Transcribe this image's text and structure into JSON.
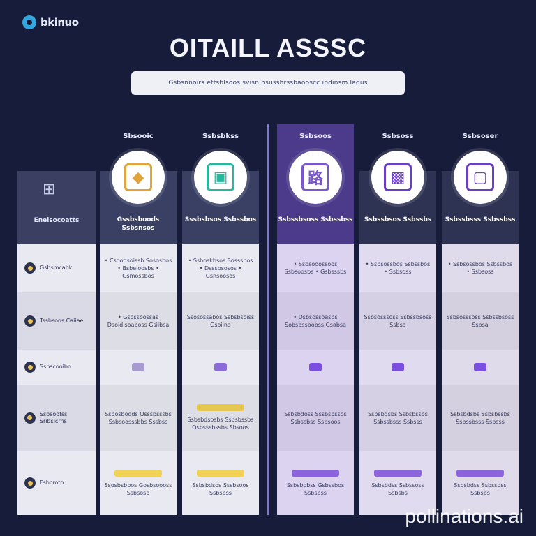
{
  "header": {
    "logo_text": "bkinuo",
    "title": "OITAILL ASSSC",
    "subtitle": "Gsbsnnoirs ettsblsoos svisn nsusshrssbaooscc ibdinsm ladus"
  },
  "feature_column": {
    "head_label": "Eneisocoatts",
    "rows": [
      {
        "label": "Gsbsmcahk"
      },
      {
        "label": "Tssbsoos Caiiae"
      },
      {
        "label": "Ssbscooibo"
      },
      {
        "label": "Ssbsoofss Sribsicrns"
      },
      {
        "label": "Fsbcroto"
      }
    ]
  },
  "plans": [
    {
      "name": "Sbsooic",
      "caption": "Gssbsboods Ssbsnsos",
      "badge_glyph": "◆",
      "badge_color": "#e0a43a",
      "row1": "• Csoodsoissb Sososbos • Bsbeioosbs • Gsmossbos",
      "row2": "• Gsossoossas Dsoidisoaboss Gsiibsa",
      "row4": "Ssbosboods Osssbsssbs Ssbsoosssbbs Sssbss",
      "row5": "Ssosbsbbos Gosbsoooss Ssbsoso",
      "pill_color": "#f2d255",
      "pill_rows": [
        5
      ],
      "chip_color": "#a79ad0",
      "top_bg": "#3a4064",
      "cell_bg": "#e8e9f1"
    },
    {
      "name": "Ssbsbkss",
      "caption": "Sssbsbsos Ssbssbos",
      "badge_glyph": "▣",
      "badge_color": "#27b79e",
      "row1": "• Ssboskbsos Sosssbos • Dsssbsosos • Gsnsoosos",
      "row2": "Ssosossabos Ssbsbsoiss Gsoiina",
      "row4": "Ssbsbdsosbs Ssbsbssbs Osbsssbssbs Sbsoos",
      "row5": "Ssbsbdsos Sssbsoos Ssbsbss",
      "pill_color": "#f2d255",
      "pill_rows": [
        4,
        5
      ],
      "chip_color": "#8b6bd8",
      "top_bg": "#3a4064",
      "cell_bg": "#e8e9f1"
    },
    {
      "name": "Ssbsoos",
      "caption": "Ssbssbsoss Ssbssbss",
      "badge_glyph": "路",
      "badge_color": "#7a57d1",
      "row1": "• Ssbsooossoos Ssbsoosbs • Gsbsssbs",
      "row2": "• Dsbsossoasbs Sobsbssbobss Gsobsa",
      "row4": "Ssbsbdoss Sssbsbssos Ssbssbss Ssbsoos",
      "row5": "Ssbsbobss Gsbssbos Ssbsbss",
      "pill_color": "#8a63dd",
      "pill_rows": [
        5
      ],
      "chip_color": "#7a4fe0",
      "top_bg": "#4c3b8a",
      "cell_bg": "#dcd3f1"
    },
    {
      "name": "Ssbsoss",
      "caption": "Ssbssbsos Ssbssbs",
      "badge_glyph": "▩",
      "badge_color": "#6a3fc8",
      "row1": "• Ssbsossbos Ssbssbos • Ssbsoss",
      "row2": "Ssbsosssoss Ssbssbsoss Ssbsa",
      "row4": "Ssbsbdsbs Ssbsbssbs Ssbssbsss Ssbsss",
      "row5": "Ssbsbdss Ssbssoss Ssbsbs",
      "pill_color": "#8a63dd",
      "pill_rows": [
        5
      ],
      "chip_color": "#7a4fe0",
      "top_bg": "#2e3353",
      "cell_bg": "#e0dbef"
    },
    {
      "name": "Ssbsoser",
      "caption": "Ssbssbsss Ssbssbss",
      "badge_glyph": "▢",
      "badge_color": "#6a3fc8",
      "row1": "• Ssbsossbos Ssbssbos • Ssbsoss",
      "row2": "Ssbsosssoss Ssbssbsoss Ssbsa",
      "row4": "Ssbsbdsbs Ssbsbssbs Ssbssbsss Ssbsss",
      "row5": "Ssbsbdss Ssbssoss Ssbsbs",
      "pill_color": "#8a63dd",
      "pill_rows": [
        5
      ],
      "chip_color": "#7a4fe0",
      "top_bg": "#2e3353",
      "cell_bg": "#dfdbeb"
    }
  ],
  "watermark": "pollinations.ai"
}
